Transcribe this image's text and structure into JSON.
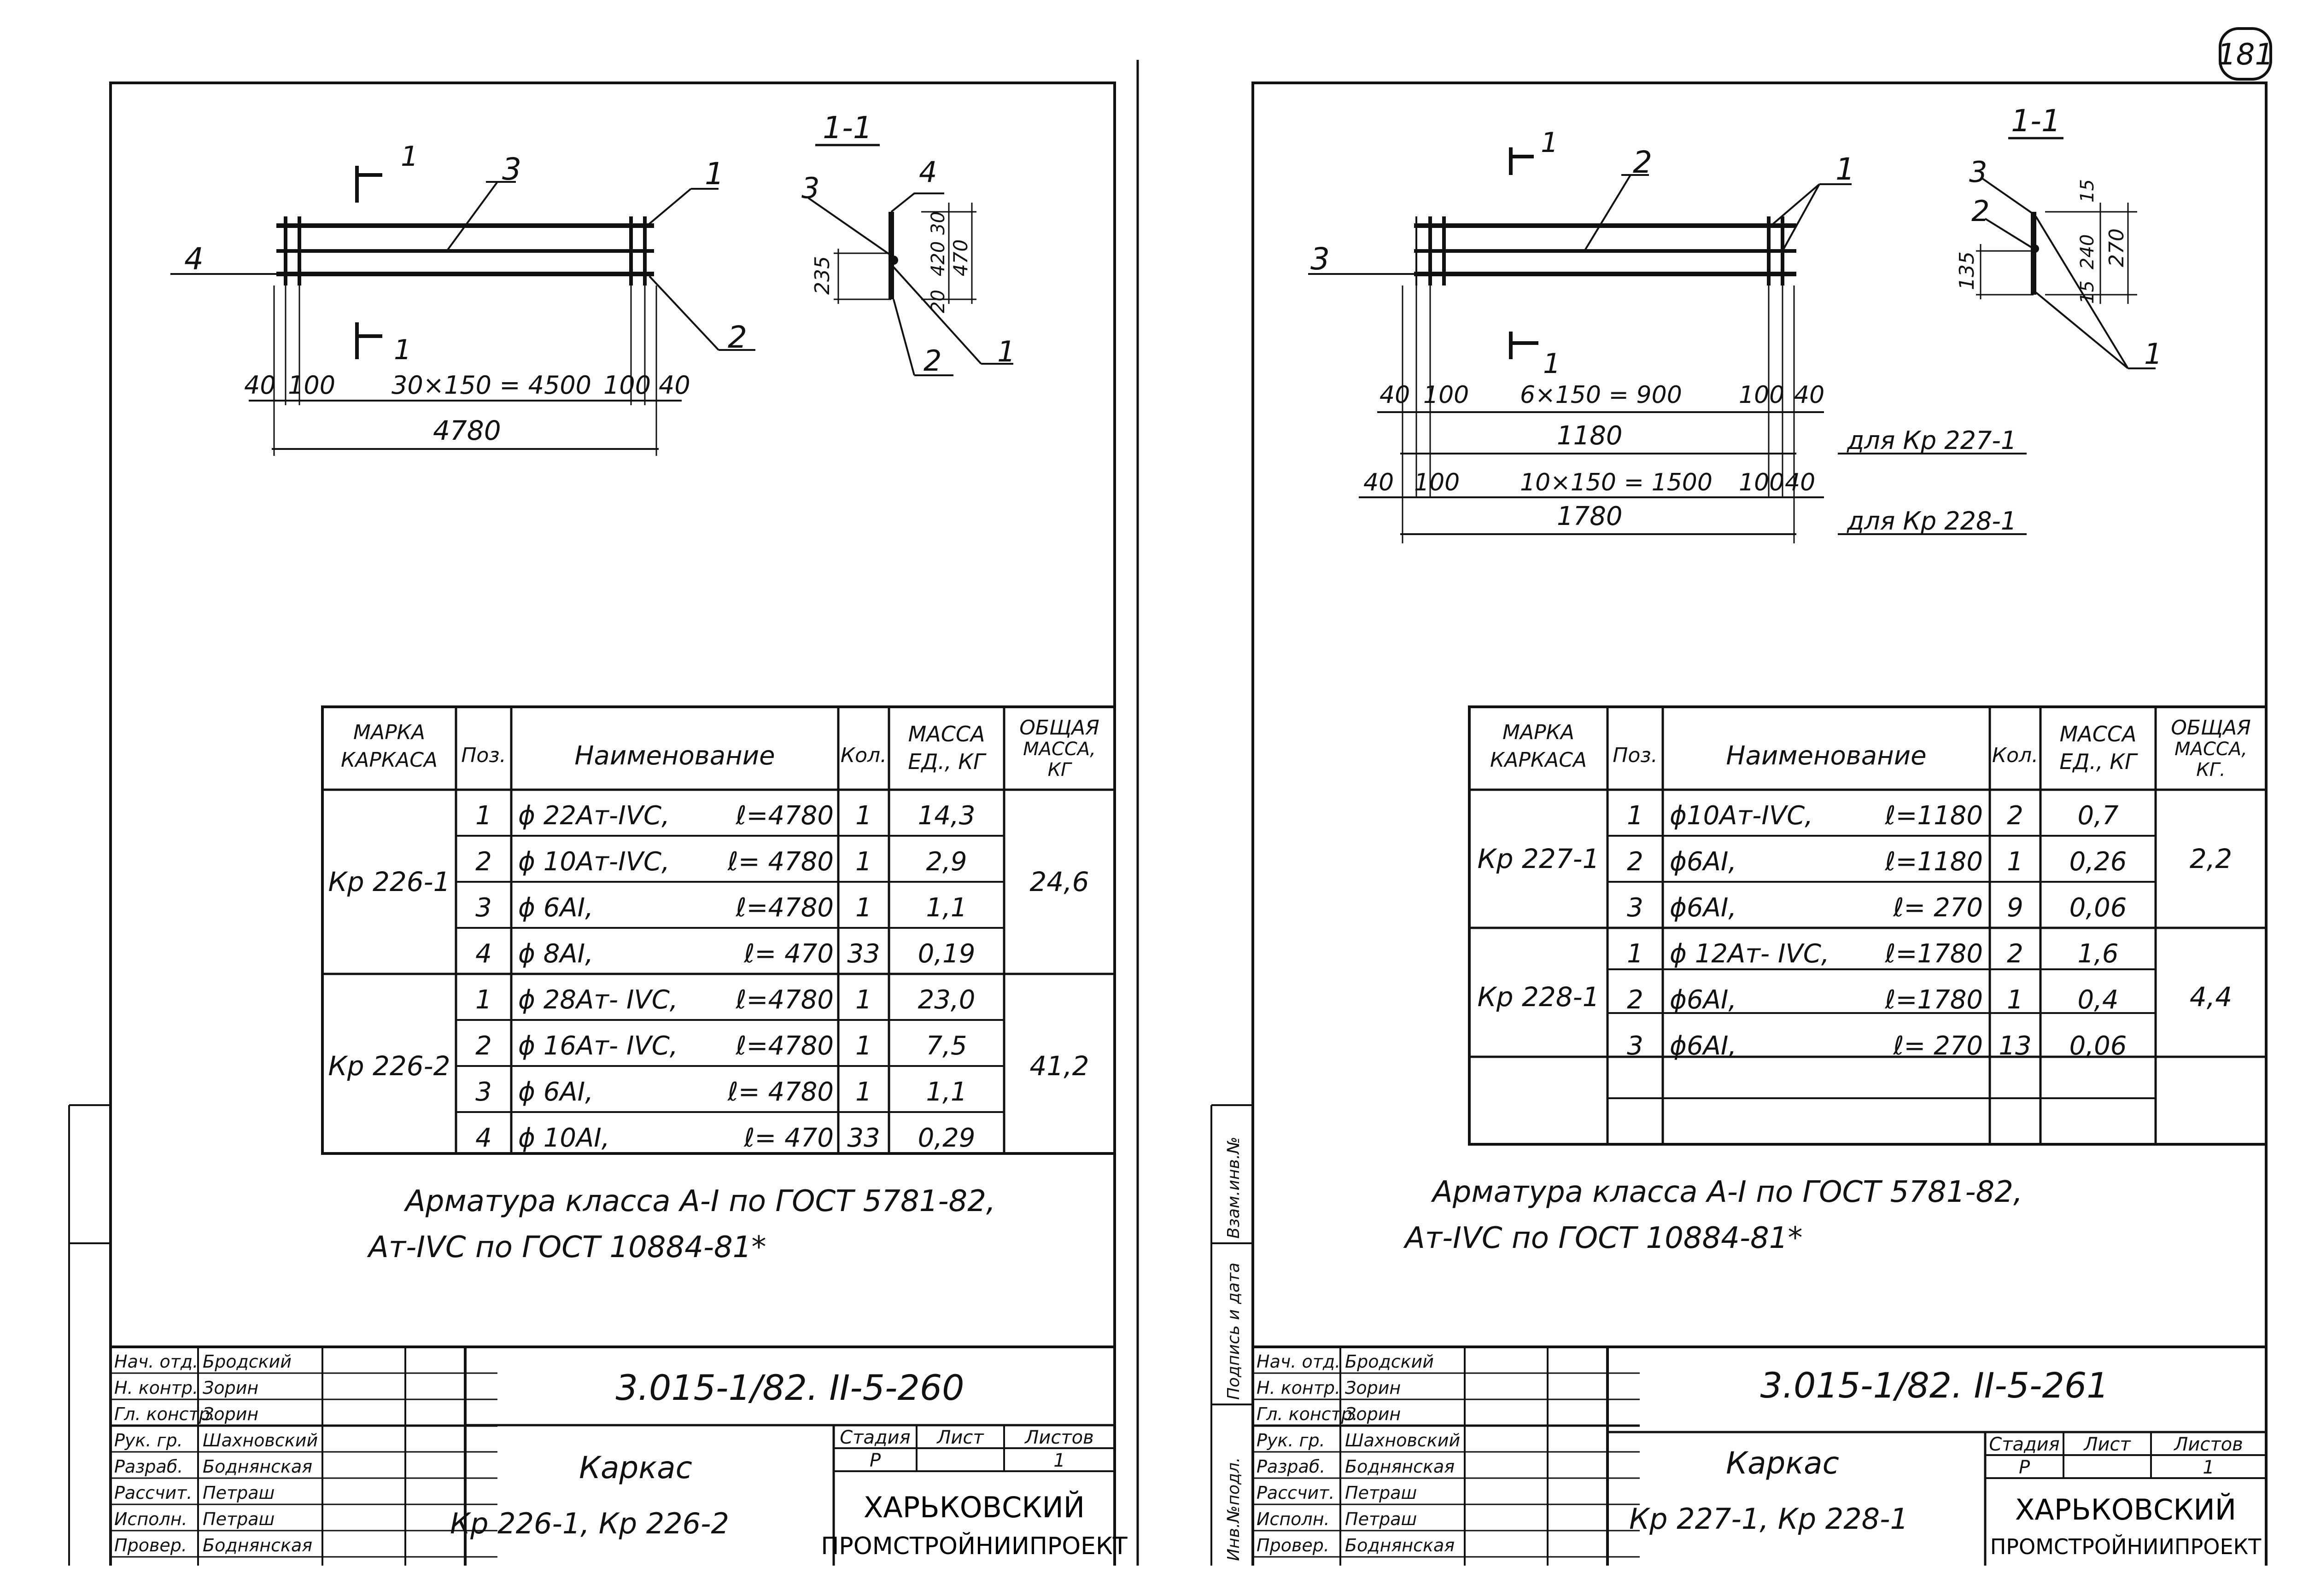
{
  "page_number": "181",
  "left": {
    "section": {
      "title": "1-1",
      "dim_235": "235",
      "dim_420": "420",
      "dim_30": "30",
      "dim_20": "20",
      "dim_470": "470",
      "c1": "1",
      "c2": "2",
      "c3": "3",
      "c4": "4"
    },
    "elev": {
      "cut1_top": "1",
      "cut1_bottom": "1",
      "c1": "1",
      "c2": "2",
      "c3": "3",
      "c4": "4",
      "d40a": "40",
      "d100a": "100",
      "dmain": "30×150 = 4500",
      "d100b": "100",
      "d40b": "40",
      "dtotal": "4780"
    },
    "table": {
      "headers": {
        "mark": "МАРКА КАРКАСА",
        "pos": "Поз.",
        "name": "Наименование",
        "qty": "Кол.",
        "unit": "МАССА ЕД., КГ",
        "total": "ОБЩАЯ МАССА, КГ"
      },
      "groups": [
        {
          "mark": "Кр 226-1",
          "total": "24,6",
          "rows": [
            {
              "pos": "1",
              "name": "ϕ 22Ат-IVС,",
              "len": "ℓ=4780",
              "qty": "1",
              "mass": "14,3"
            },
            {
              "pos": "2",
              "name": "ϕ 10Ат-IVС,",
              "len": "ℓ= 4780",
              "qty": "1",
              "mass": "2,9"
            },
            {
              "pos": "3",
              "name": "ϕ 6АI,",
              "len": "ℓ=4780",
              "qty": "1",
              "mass": "1,1"
            },
            {
              "pos": "4",
              "name": "ϕ 8АI,",
              "len": "ℓ= 470",
              "qty": "33",
              "mass": "0,19"
            }
          ]
        },
        {
          "mark": "Кр 226-2",
          "total": "41,2",
          "rows": [
            {
              "pos": "1",
              "name": "ϕ 28Ат- IVС,",
              "len": "ℓ=4780",
              "qty": "1",
              "mass": "23,0"
            },
            {
              "pos": "2",
              "name": "ϕ 16Ат- IVС,",
              "len": "ℓ=4780",
              "qty": "1",
              "mass": "7,5"
            },
            {
              "pos": "3",
              "name": "ϕ 6АI,",
              "len": "ℓ= 4780",
              "qty": "1",
              "mass": "1,1"
            },
            {
              "pos": "4",
              "name": "ϕ 10АI,",
              "len": "ℓ= 470",
              "qty": "33",
              "mass": "0,29"
            }
          ]
        }
      ]
    },
    "note_line1": "Арматура класса А-I по ГОСТ 5781-82,",
    "note_line2": "Ат-IVС по ГОСТ 10884-81*",
    "stamp": {
      "roles": [
        "Нач. отд.",
        "Н. контр.",
        "Гл. констр.",
        "Рук. гр.",
        "Разраб.",
        "Рассчит.",
        "Исполн.",
        "Провер."
      ],
      "names": [
        "Бродский",
        "Зорин",
        "Зорин",
        "Шахновский",
        "Боднянская",
        "Петраш",
        "Петраш",
        "Боднянская"
      ],
      "code": "3.015-1/82. II-5-260",
      "title": "Каркас",
      "subtitle": "Кр 226-1, Кр 226-2",
      "stage_h": "Стадия",
      "sheet_h": "Лист",
      "sheets_h": "Листов",
      "stage": "Р",
      "sheets": "1",
      "org1": "ХАРЬКОВСКИЙ",
      "org2": "ПРОМСТРОЙНИИПРОЕКТ"
    }
  },
  "right": {
    "section": {
      "title": "1-1",
      "dim_135": "135",
      "dim_240": "240",
      "dim_15a": "15",
      "dim_15b": "15",
      "dim_270": "270",
      "c1": "1",
      "c2": "2",
      "c3": "3"
    },
    "elev": {
      "cut1_top": "1",
      "cut1_bottom": "1",
      "c1": "1",
      "c2": "2",
      "c3": "3",
      "r1_40a": "40",
      "r1_100a": "100",
      "r1_main": "6×150 = 900",
      "r1_100b": "100",
      "r1_40b": "40",
      "r1_total": "1180",
      "r1_note": "для Кр 227-1",
      "r2_40a": "40",
      "r2_100a": "100",
      "r2_main": "10×150 = 1500",
      "r2_100b": "100",
      "r2_40b": "40",
      "r2_total": "1780",
      "r2_note": "для Кр 228-1"
    },
    "table": {
      "headers": {
        "mark": "МАРКА КАРКАСА",
        "pos": "Поз.",
        "name": "Наименование",
        "qty": "Кол.",
        "unit": "МАССА ЕД., КГ",
        "total": "ОБЩАЯ МАССА, КГ."
      },
      "groups": [
        {
          "mark": "Кр 227-1",
          "total": "2,2",
          "rows": [
            {
              "pos": "1",
              "name": "ϕ10Ат-IVС,",
              "len": "ℓ=1180",
              "qty": "2",
              "mass": "0,7"
            },
            {
              "pos": "2",
              "name": "ϕ6АI,",
              "len": "ℓ=1180",
              "qty": "1",
              "mass": "0,26"
            },
            {
              "pos": "3",
              "name": "ϕ6АI,",
              "len": "ℓ= 270",
              "qty": "9",
              "mass": "0,06"
            }
          ]
        },
        {
          "mark": "Кр 228-1",
          "total": "4,4",
          "rows": [
            {
              "pos": "1",
              "name": "ϕ 12Ат- IVС,",
              "len": "ℓ=1780",
              "qty": "2",
              "mass": "1,6"
            },
            {
              "pos": "2",
              "name": "ϕ6АI,",
              "len": "ℓ=1780",
              "qty": "1",
              "mass": "0,4"
            },
            {
              "pos": "3",
              "name": "ϕ6АI,",
              "len": "ℓ= 270",
              "qty": "13",
              "mass": "0,06"
            }
          ]
        }
      ]
    },
    "note_line1": "Арматура класса А-I по ГОСТ 5781-82,",
    "note_line2": "Ат-IVС по ГОСТ 10884-81*",
    "side_labels": [
      "Взам.инв.№",
      "Подпись и дата",
      "Инв.№подл."
    ],
    "stamp": {
      "roles": [
        "Нач. отд.",
        "Н. контр.",
        "Гл. констр.",
        "Рук. гр.",
        "Разраб.",
        "Рассчит.",
        "Исполн.",
        "Провер."
      ],
      "names": [
        "Бродский",
        "Зорин",
        "Зорин",
        "Шахновский",
        "Боднянская",
        "Петраш",
        "Петраш",
        "Боднянская"
      ],
      "code": "3.015-1/82. II-5-261",
      "title": "Каркас",
      "subtitle": "Кр 227-1, Кр 228-1",
      "stage_h": "Стадия",
      "sheet_h": "Лист",
      "sheets_h": "Листов",
      "stage": "Р",
      "sheets": "1",
      "org1": "ХАРЬКОВСКИЙ",
      "org2": "ПРОМСТРОЙНИИПРОЕКТ"
    }
  }
}
